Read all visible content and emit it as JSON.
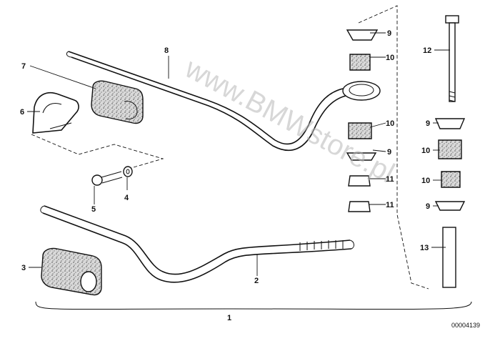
{
  "watermark": "www.BMWstore.pl",
  "diagram_code": "00004139",
  "labels": {
    "l1": "1",
    "l2": "2",
    "l3": "3",
    "l4": "4",
    "l5": "5",
    "l6": "6",
    "l7": "7",
    "l8": "8",
    "l9a": "9",
    "l10a": "10",
    "l10b": "10",
    "l9b": "9",
    "l11a": "11",
    "l11b": "11",
    "l12": "12",
    "l9c": "9",
    "l10c": "10",
    "l10d": "10",
    "l9d": "9",
    "l13": "13"
  }
}
